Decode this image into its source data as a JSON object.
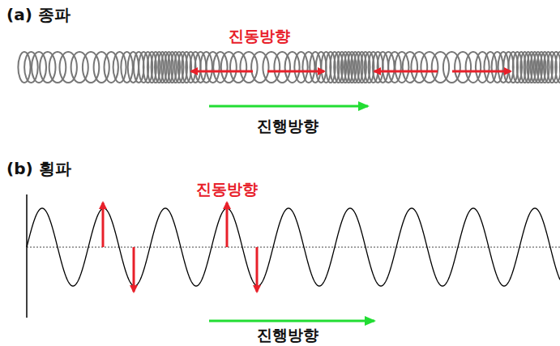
{
  "diagram": {
    "labels": [
      "(a) 종파",
      "진동방향",
      "진행방향",
      "(b) 횡파",
      "진동방향",
      "진행방향"
    ]
  }
}
